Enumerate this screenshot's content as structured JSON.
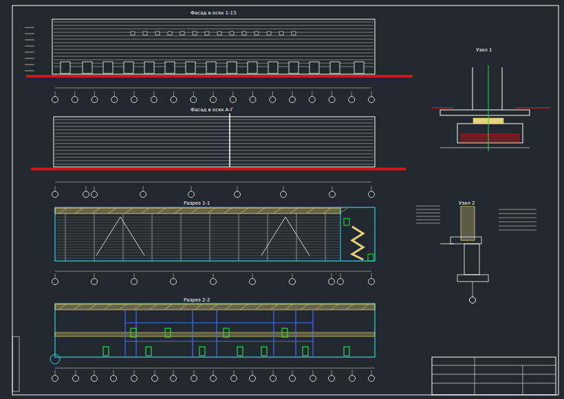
{
  "diagram": {
    "labels": [
      "Фасад в осях 1-13",
      "Фасад в осях А-Г",
      "Разрез 1-1",
      "Разрез 2-2",
      "Узел 1",
      "Узел 2"
    ]
  }
}
